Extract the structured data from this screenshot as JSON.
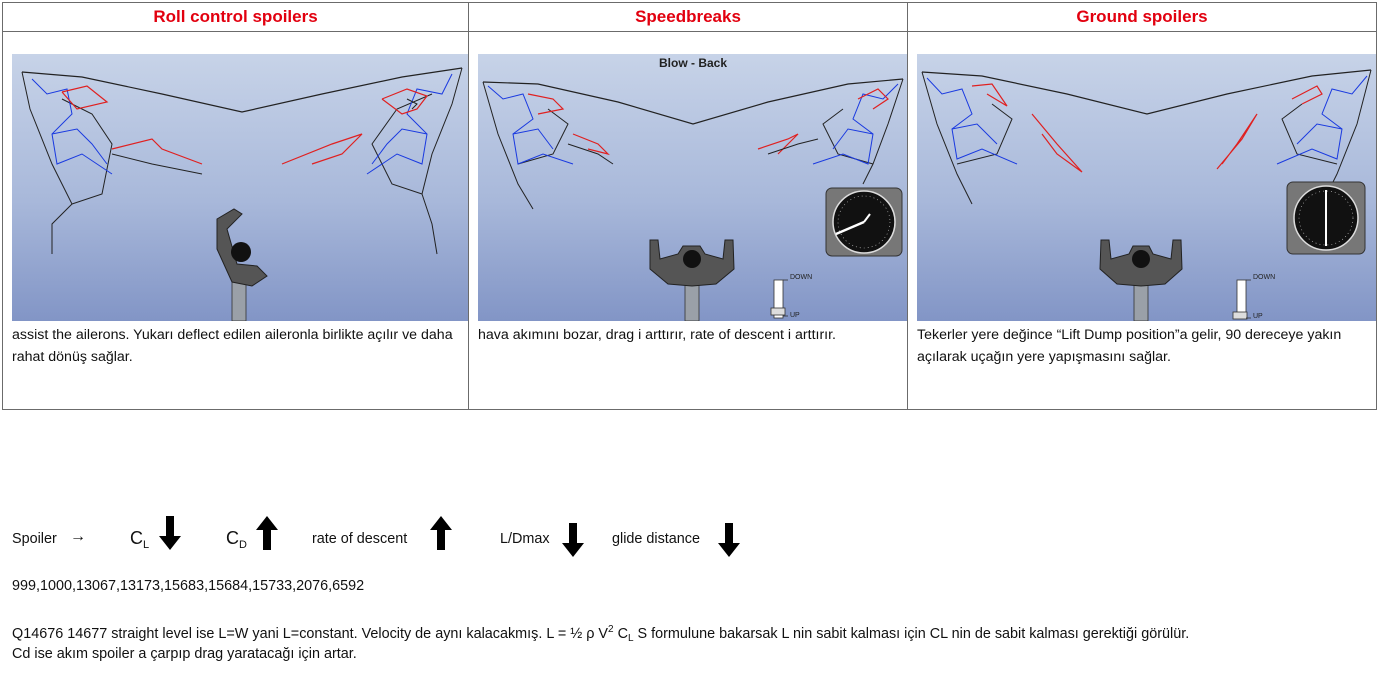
{
  "columns": [
    {
      "title": "Roll control spoilers",
      "description": "assist the ailerons. Yukarı deflect edilen aileronla birlikte açılır ve daha rahat dönüş sağlar.",
      "panel_label": ""
    },
    {
      "title": "Speedbreaks",
      "description": "hava akımını bozar, drag i arttırır, rate of descent i arttırır.",
      "panel_label": "Blow - Back"
    },
    {
      "title": "Ground spoilers",
      "description": "Tekerler yere değince “Lift Dump position”a gelir, 90 dereceye yakın açılarak uçağın yere yapışmasını sağlar.",
      "panel_label": ""
    }
  ],
  "lever_labels": {
    "down": "DOWN",
    "up": "UP"
  },
  "effects": {
    "spoiler": "Spoiler",
    "arrow_right": "→",
    "cl_main": "C",
    "cl_sub": "L",
    "cd_main": "C",
    "cd_sub": "D",
    "rate": "rate of descent",
    "ld": "L/Dmax",
    "glide": "glide distance",
    "directions": {
      "cl": "down",
      "cd": "up",
      "rate": "up",
      "ld": "down",
      "glide": "down"
    }
  },
  "question_ids": "999,1000,13067,13173,15683,15684,15733,2076,6592",
  "note": {
    "part1": "Q14676 14677 straight level ise L=W yani L=constant.  Velocity de aynı kalacakmış. L = ½ ρ V",
    "sup": "2",
    "part2": " C",
    "sub": "L",
    "part3": " S   formulune bakarsak L nin sabit kalması için CL nin de sabit kalması gerektiği görülür.",
    "line2": "Cd ise akım spoiler a çarpıp drag yaratacağı için artar."
  },
  "colors": {
    "title": "#e2000f",
    "panel_top": "#c7d3e8",
    "panel_bottom": "#8295c6",
    "spoiler_line": "#e02020",
    "flap_line": "#1a3ae0"
  }
}
